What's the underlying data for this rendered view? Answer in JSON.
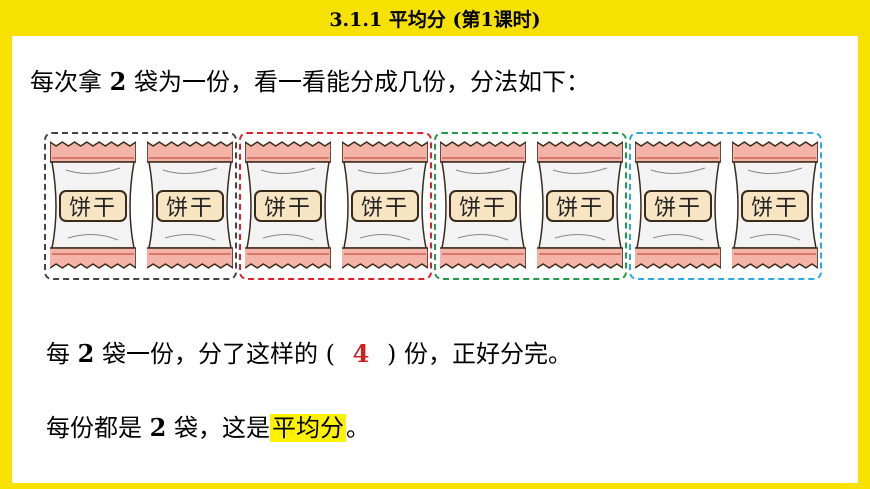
{
  "header": {
    "title": "3.1.1 平均分 (第1课时)"
  },
  "intro": {
    "text_before": "每次拿 ",
    "count": "2",
    "text_after": " 袋为一份，看一看能分成几份，分法如下："
  },
  "bags": {
    "label": "饼干",
    "groups": [
      {
        "border_color": "#444444"
      },
      {
        "border_color": "#e0202a"
      },
      {
        "border_color": "#1f9a46"
      },
      {
        "border_color": "#2ea8e0"
      }
    ]
  },
  "sentence1": {
    "prefix": "每 ",
    "count": "2",
    "middle": " 袋一份，分了这样的 (",
    "answer": "4",
    "suffix": ") 份，正好分完。"
  },
  "sentence2": {
    "prefix": "每份都是 ",
    "count": "2",
    "middle": " 袋，这是",
    "highlight": "平均分",
    "suffix": "。"
  }
}
